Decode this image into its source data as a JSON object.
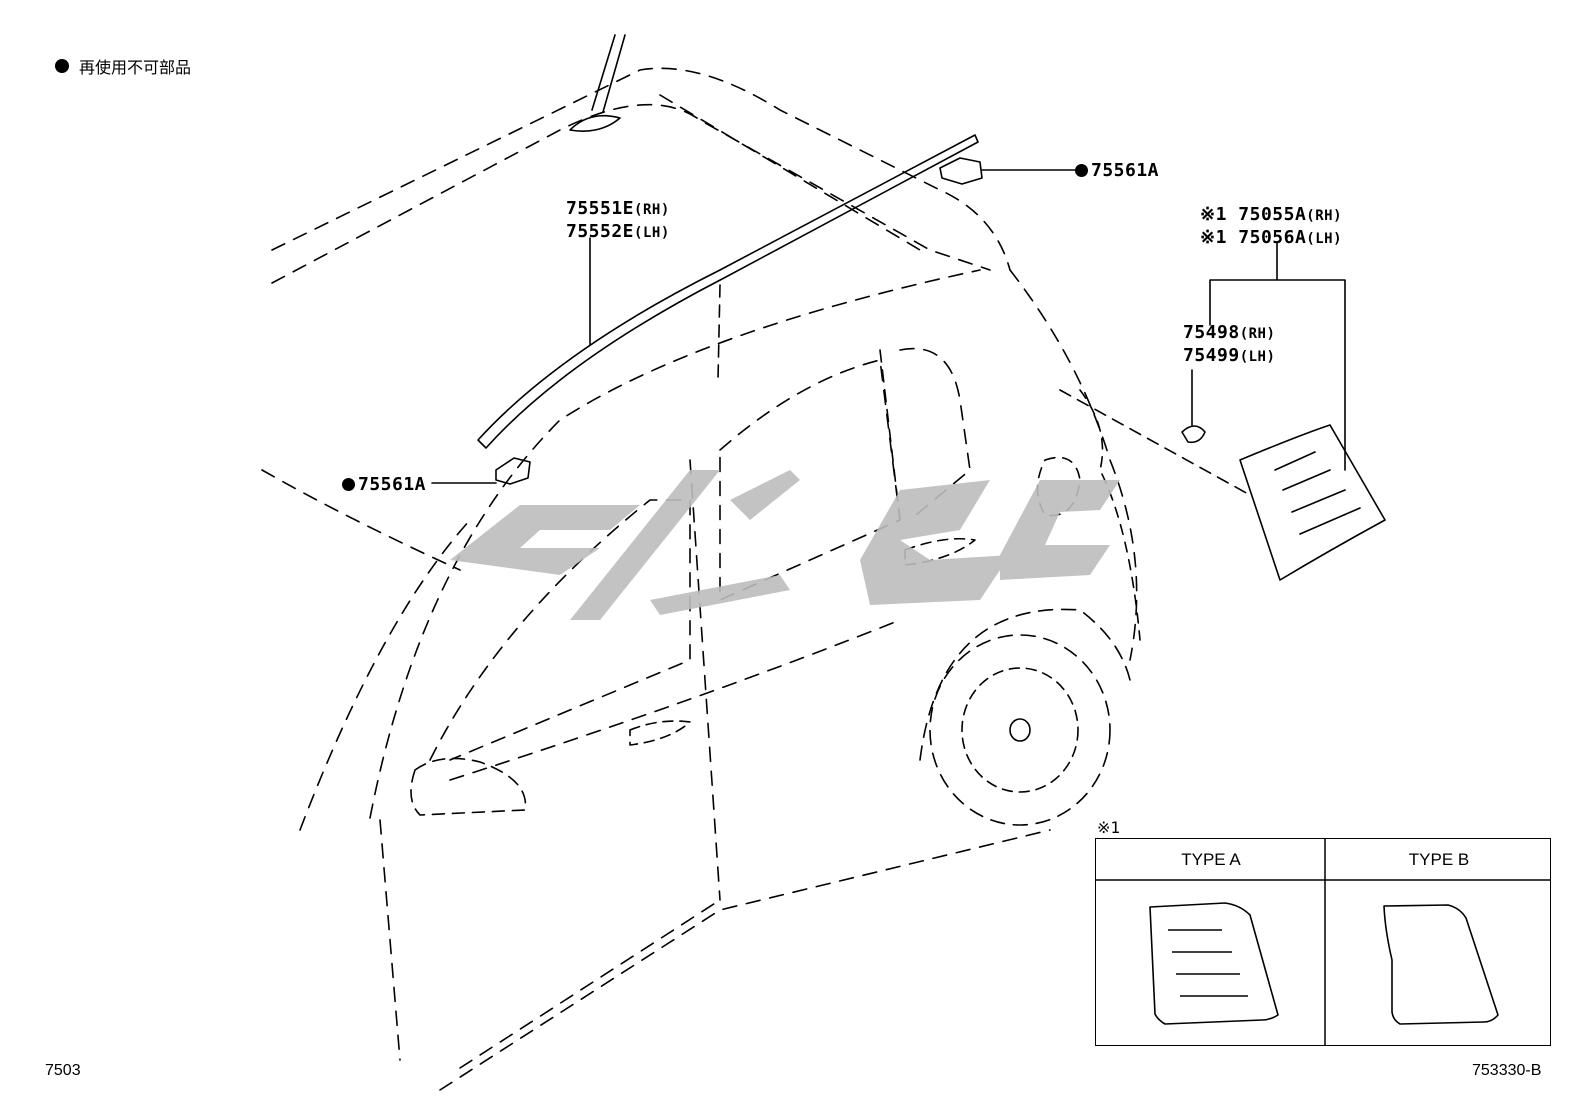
{
  "legend": {
    "symbol": "●",
    "text": "再使用不可部品"
  },
  "callouts": {
    "clip_top": "75561A",
    "clip_left": "75561A",
    "molding_rh": "75551E",
    "molding_lh": "75552E",
    "garnish_rh": "75055A",
    "garnish_lh": "75056A",
    "clip_rh": "75498",
    "clip_lh": "75499",
    "rh": "(RH)",
    "lh": "(LH)",
    "note_mark": "※1"
  },
  "inset": {
    "mark": "※1",
    "type_a": "TYPE A",
    "type_b": "TYPE B"
  },
  "footer": {
    "left_code": "7503",
    "right_code": "753330-B"
  },
  "colors": {
    "line": "#000000",
    "watermark": "#bdbdbd"
  }
}
